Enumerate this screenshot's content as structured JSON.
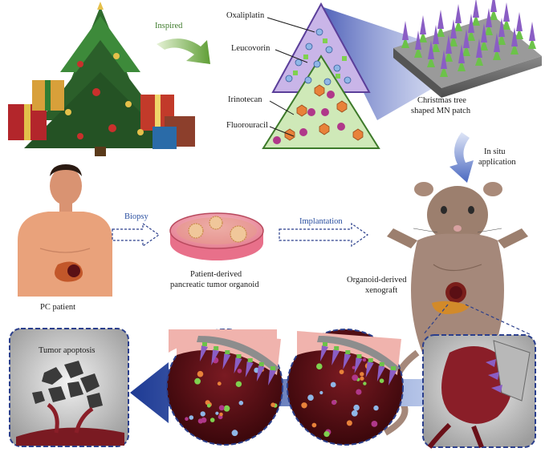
{
  "labels": {
    "inspired": "Inspired",
    "oxaliplatin": "Oxaliplatin",
    "leucovorin": "Leucovorin",
    "irinotecan": "Irinotecan",
    "fluorouracil": "Fluorouracil",
    "patch_line1": "Christmas tree",
    "patch_line2": "shaped MN patch",
    "in_situ_line1": "In situ",
    "in_situ_line2": "application",
    "biopsy": "Biopsy",
    "implantation": "Implantation",
    "organoid_line1": "Patient-derived",
    "organoid_line2": "pancreatic tumor organoid",
    "pc_patient": "PC patient",
    "xenograft_line1": "Organoid-derived",
    "xenograft_line2": "xenograft",
    "tumor_apoptosis": "Tumor apoptosis"
  },
  "colors": {
    "oxaliplatin_tree": "#9b7fc9",
    "fluorouracil_tree": "#7ec25a",
    "needle_purple": "#8a5ec4",
    "needle_green": "#6cc24a",
    "arrow_blue": "#1f3f9a",
    "arrow_green": "#79b84a",
    "dashed_border": "#2b3f8c",
    "tissue_red": "#5a0f14",
    "skin": "#e9a27b"
  }
}
